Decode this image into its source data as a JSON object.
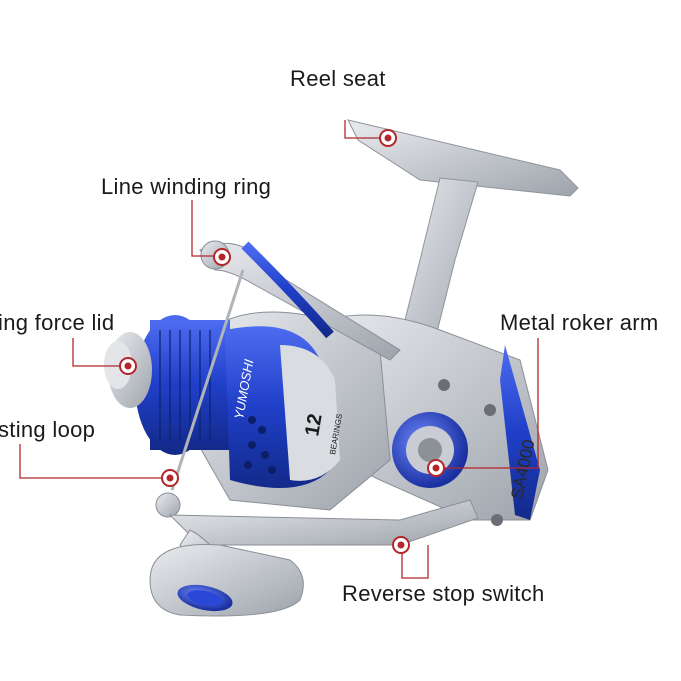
{
  "labels": {
    "reel_seat": "Reel seat",
    "line_winding_ring": "Line winding ring",
    "drag_force_lid": "ing force lid",
    "metal_roker_arm": "Metal roker arm",
    "casting_loop": "sting loop",
    "reverse_stop_switch": "Reverse stop switch"
  },
  "product_markings": {
    "brand": "YUMOSHI",
    "bearings_number": "12",
    "bearings_text": "BEARINGS",
    "model": "SA4000"
  },
  "colors": {
    "reel_blue": "#1f3fc8",
    "reel_silver": "#c9ccd2",
    "marker_red": "#b3262b",
    "leader_line": "#b3262b"
  }
}
